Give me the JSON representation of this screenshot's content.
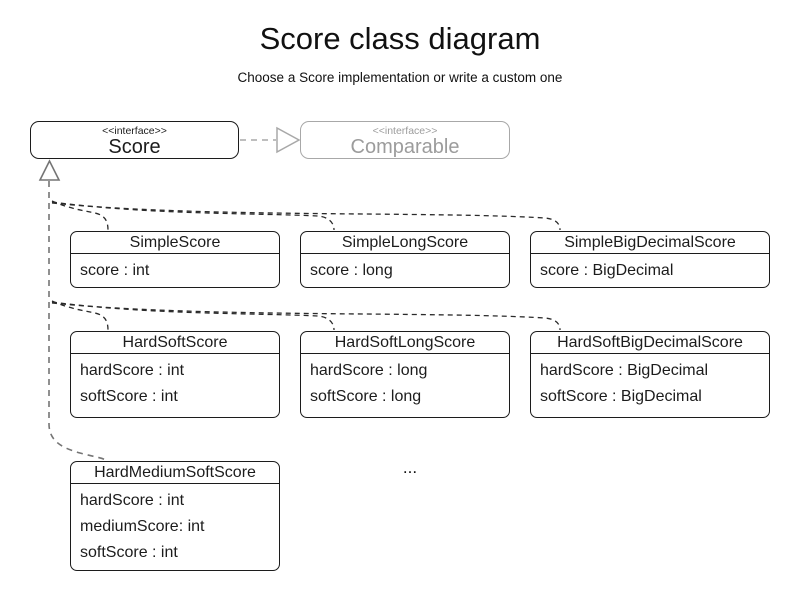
{
  "header": {
    "title": "Score class diagram",
    "subtitle": "Choose a Score implementation or write a custom one"
  },
  "interfaces": {
    "score": {
      "stereotype": "<<interface>>",
      "name": "Score"
    },
    "comparable": {
      "stereotype": "<<interface>>",
      "name": "Comparable"
    }
  },
  "classes": [
    {
      "name": "SimpleScore",
      "attributes": [
        "score : int"
      ]
    },
    {
      "name": "SimpleLongScore",
      "attributes": [
        "score : long"
      ]
    },
    {
      "name": "SimpleBigDecimalScore",
      "attributes": [
        "score : BigDecimal"
      ]
    },
    {
      "name": "HardSoftScore",
      "attributes": [
        "hardScore : int",
        "softScore : int"
      ]
    },
    {
      "name": "HardSoftLongScore",
      "attributes": [
        "hardScore : long",
        "softScore : long"
      ]
    },
    {
      "name": "HardSoftBigDecimalScore",
      "attributes": [
        "hardScore : BigDecimal",
        "softScore : BigDecimal"
      ]
    },
    {
      "name": "HardMediumSoftScore",
      "attributes": [
        "hardScore : int",
        "mediumScore: int",
        "softScore : int"
      ]
    }
  ],
  "ellipsis": "...",
  "icons": {
    "realization_arrow_up": "hollow-triangle-up",
    "realization_arrow_right": "hollow-triangle-right"
  },
  "colors": {
    "line": "#1c1c1c",
    "branch_line": "#2a2a2a",
    "trunk_line": "#757575",
    "muted_border": "#a8a8a8",
    "muted_text": "#9c9c9c",
    "background": "#ffffff"
  }
}
